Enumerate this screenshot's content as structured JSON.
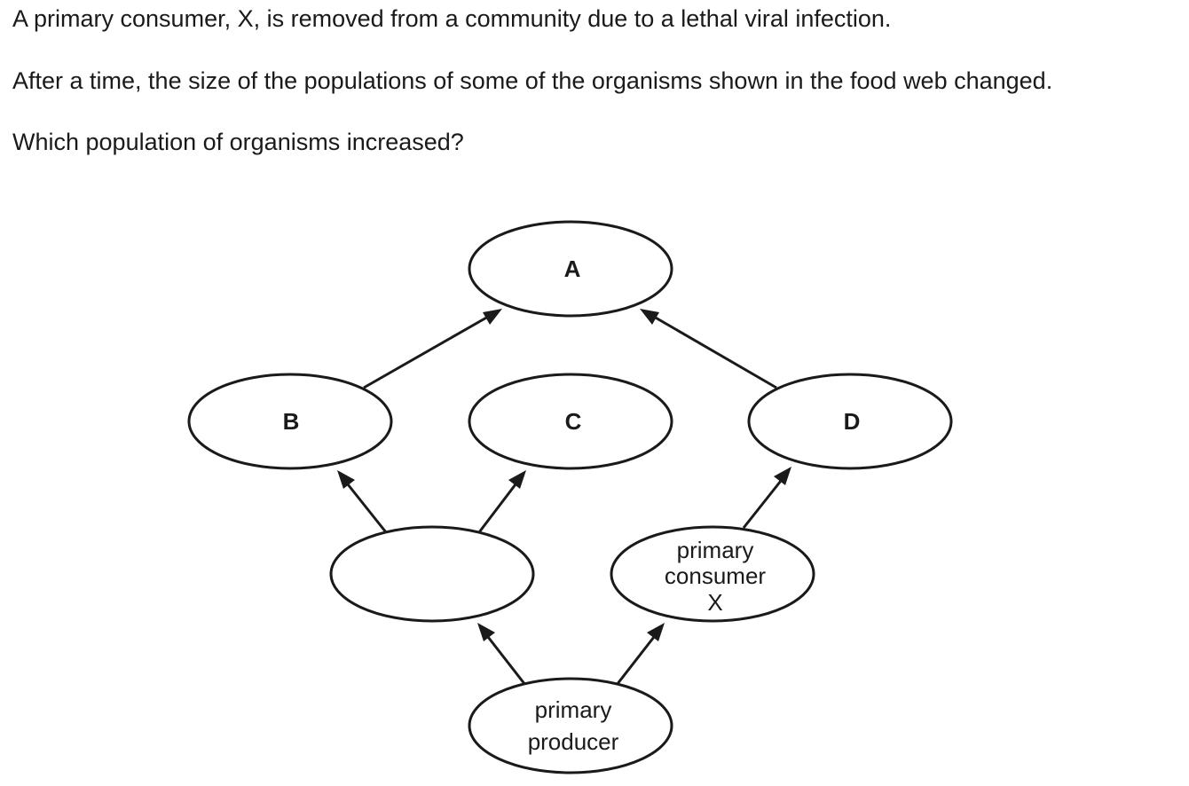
{
  "question": {
    "line1": "A primary consumer, X, is removed from a community due to a lethal viral infection.",
    "line2": "After a time, the size of the populations of some of the organisms shown in the food web changed.",
    "line3": "Which population of organisms increased?"
  },
  "food_web": {
    "nodes": {
      "A": {
        "label": "A"
      },
      "B": {
        "label": "B"
      },
      "C": {
        "label": "C"
      },
      "D": {
        "label": "D"
      },
      "unlabelled": {
        "label": ""
      },
      "primary_consumer_x": {
        "lines": [
          "primary",
          "consumer",
          "X"
        ]
      },
      "primary_producer": {
        "lines": [
          "primary",
          "producer"
        ]
      }
    },
    "edges": [
      {
        "from": "primary_producer",
        "to": "unlabelled"
      },
      {
        "from": "primary_producer",
        "to": "primary_consumer_x"
      },
      {
        "from": "unlabelled",
        "to": "B"
      },
      {
        "from": "unlabelled",
        "to": "C"
      },
      {
        "from": "primary_consumer_x",
        "to": "D"
      },
      {
        "from": "B",
        "to": "A"
      },
      {
        "from": "D",
        "to": "A"
      }
    ]
  }
}
